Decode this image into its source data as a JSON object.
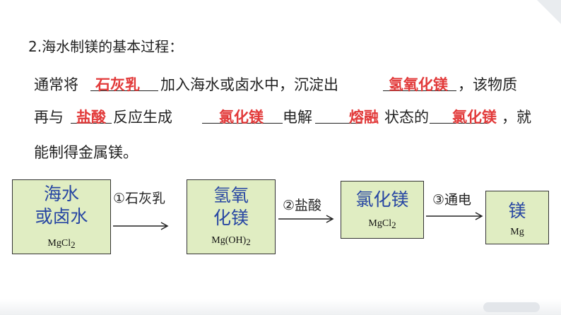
{
  "title": "2.海水制镁的基本过程：",
  "para": {
    "l1_t1": "通常将",
    "l1_a1": "石灰乳",
    "l1_t2": "加入海水或卤水中，沉淀出",
    "l1_a2": "氢氧化镁",
    "l1_t3": "，该物质",
    "l2_t1": "再与",
    "l2_a1": "盐酸",
    "l2_t2": "反应生成",
    "l2_a2": "氯化镁",
    "l2_t3": "电解",
    "l2_a3": "熔融",
    "l2_t4": "状态的",
    "l2_a4": "氯化镁",
    "l2_t5": "，就",
    "l3_t1": "能制得金属镁。"
  },
  "flow": {
    "boxes": [
      {
        "name_l1": "海水",
        "name_l2": "或卤水",
        "formula": "MgCl",
        "sub": "2"
      },
      {
        "name_l1": "氢氧",
        "name_l2": "化镁",
        "formula": "Mg(OH)",
        "sub": "2"
      },
      {
        "name_l1": "氯化镁",
        "formula": "MgCl",
        "sub": "2"
      },
      {
        "name_l1": "镁",
        "formula": "Mg"
      }
    ],
    "steps": [
      "①石灰乳",
      "②盐酸",
      "③通电"
    ]
  },
  "colors": {
    "answer": "#e23a3a",
    "box_fill": "#e0edc2",
    "box_text": "#2847a3"
  }
}
